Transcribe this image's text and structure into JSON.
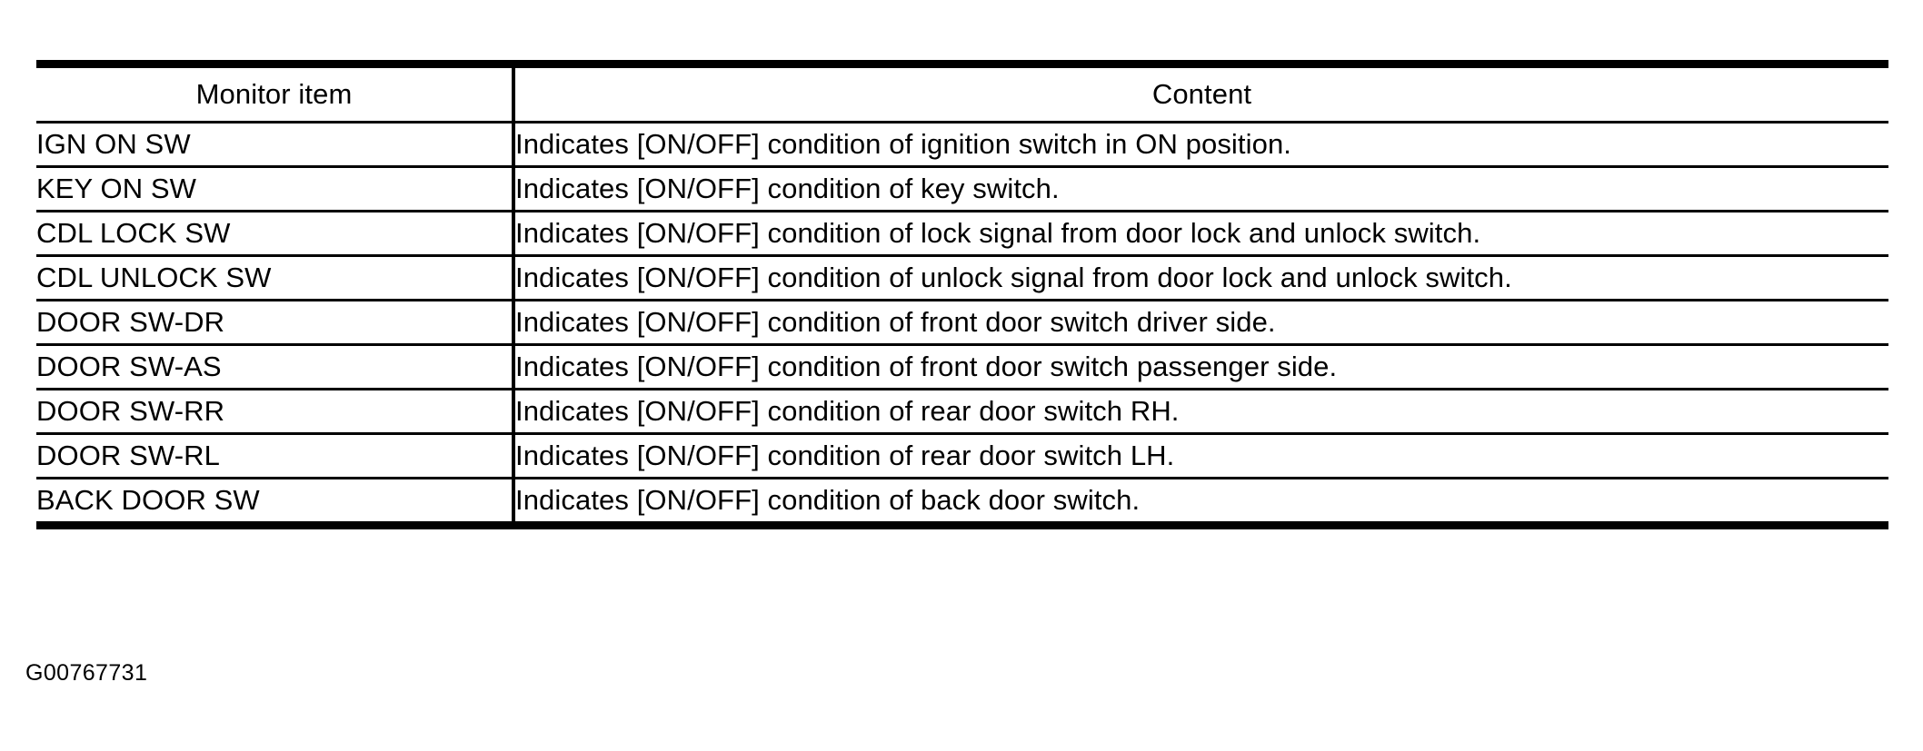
{
  "document": {
    "figure_id": "G00767731"
  },
  "table": {
    "headers": {
      "monitor_item": "Monitor item",
      "content": "Content"
    },
    "rows": [
      {
        "monitor_item": "IGN ON SW",
        "content": "Indicates [ON/OFF] condition of ignition switch in ON position."
      },
      {
        "monitor_item": "KEY ON SW",
        "content": "Indicates [ON/OFF] condition of key switch."
      },
      {
        "monitor_item": "CDL LOCK SW",
        "content": "Indicates [ON/OFF] condition of lock signal from door lock and unlock switch."
      },
      {
        "monitor_item": "CDL UNLOCK SW",
        "content": "Indicates [ON/OFF] condition of unlock signal from door lock and unlock switch."
      },
      {
        "monitor_item": "DOOR SW-DR",
        "content": "Indicates [ON/OFF] condition of front door switch driver side."
      },
      {
        "monitor_item": "DOOR SW-AS",
        "content": "Indicates [ON/OFF] condition of front door switch passenger side."
      },
      {
        "monitor_item": "DOOR SW-RR",
        "content": "Indicates [ON/OFF] condition of rear door switch RH."
      },
      {
        "monitor_item": "DOOR SW-RL",
        "content": "Indicates [ON/OFF] condition of rear door switch LH."
      },
      {
        "monitor_item": "BACK DOOR SW",
        "content": "Indicates [ON/OFF] condition of back door switch."
      }
    ]
  },
  "colors": {
    "rule": "#000000",
    "text": "#000000",
    "background": "#ffffff"
  }
}
